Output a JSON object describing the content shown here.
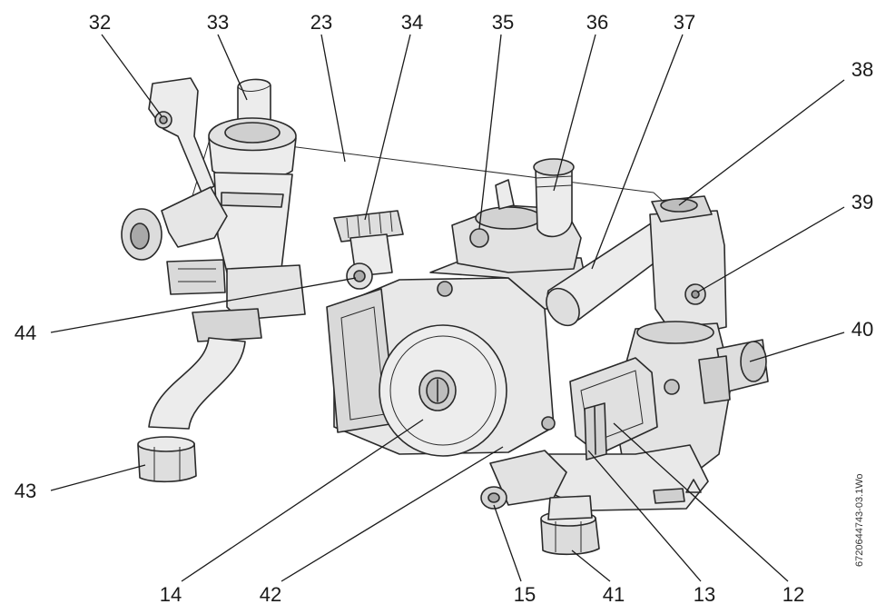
{
  "labels": {
    "l32": "32",
    "l33": "33",
    "l23": "23",
    "l34": "34",
    "l35": "35",
    "l36": "36",
    "l37": "37",
    "l38": "38",
    "l39": "39",
    "l40": "40",
    "l44": "44",
    "l43": "43",
    "l14": "14",
    "l42": "42",
    "l15": "15",
    "l41": "41",
    "l13": "13",
    "l12": "12"
  },
  "drawing_code": "6720644743-03.1Wo",
  "colors": {
    "outline": "#2a2a2a",
    "body_fill": "#ececec",
    "shade_fill": "#d6d6d6",
    "dark_fill": "#a9a9a9",
    "background": "#ffffff"
  }
}
